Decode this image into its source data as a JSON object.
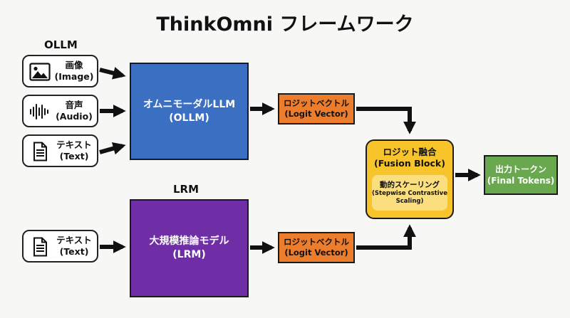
{
  "title": "ThinkOmni フレームワーク",
  "sections": {
    "ollm_label": "OLLM",
    "lrm_label": "LRM"
  },
  "inputs": [
    {
      "line1": "画像",
      "line2": "(Image)",
      "icon": "image-icon"
    },
    {
      "line1": "音声",
      "line2": "(Audio)",
      "icon": "audio-waveform-icon"
    },
    {
      "line1": "テキスト",
      "line2": "(Text)",
      "icon": "document-icon"
    },
    {
      "line1": "テキスト",
      "line2": "(Text)",
      "icon": "document-icon"
    }
  ],
  "ollm": {
    "line1": "オムニモーダルLLM",
    "line2": "(OLLM)",
    "color": "#3b6fc2"
  },
  "lrm": {
    "line1": "大規模推論モデル",
    "line2": "(LRM)",
    "color": "#6f2ea5"
  },
  "logit_top": {
    "line1": "ロジットベクトル",
    "line2": "(Logit Vector)",
    "color": "#ec7d2d"
  },
  "logit_bottom": {
    "line1": "ロジットベクトル",
    "line2": "(Logit Vector)",
    "color": "#ec7d2d"
  },
  "fusion": {
    "line1": "ロジット融合",
    "line2": "(Fusion Block)",
    "inner_line1": "動的スケーリング",
    "inner_line2": "(Stepwise Contrastive",
    "inner_line3": "Scaling)",
    "color": "#f7c42c"
  },
  "output": {
    "line1": "出力トークン",
    "line2": "(Final Tokens)",
    "color": "#6aa84f"
  }
}
